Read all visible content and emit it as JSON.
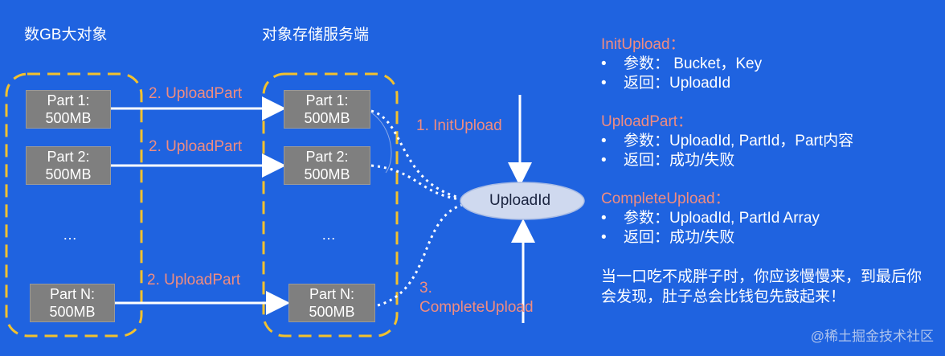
{
  "titles": {
    "left": "数GB大对象",
    "middle": "对象存储服务端"
  },
  "client_parts": [
    {
      "line1": "Part 1:",
      "line2": "500MB"
    },
    {
      "line1": "Part 2:",
      "line2": "500MB"
    },
    {
      "line1": "Part N:",
      "line2": "500MB"
    }
  ],
  "server_parts": [
    {
      "line1": "Part 1:",
      "line2": "500MB"
    },
    {
      "line1": "Part 2:",
      "line2": "500MB"
    },
    {
      "line1": "Part N:",
      "line2": "500MB"
    }
  ],
  "ellipsis": "…",
  "arrows": {
    "upload_part_1": "2. UploadPart",
    "upload_part_2": "2. UploadPart",
    "upload_part_n": "2. UploadPart",
    "init_upload": "1. InitUpload",
    "complete_line1": "3.",
    "complete_line2": "CompleteUpload"
  },
  "upload_id_node": "UploadId",
  "api": [
    {
      "title": "InitUpload：",
      "bullets": [
        "参数： Bucket，Key",
        "返回：UploadId"
      ]
    },
    {
      "title": "UploadPart：",
      "bullets": [
        "参数：UploadId, PartId，Part内容",
        "返回：成功/失败"
      ]
    },
    {
      "title": "CompleteUpload：",
      "bullets": [
        "参数：UploadId, PartId Array",
        "返回：成功/失败"
      ]
    }
  ],
  "bullet_char": "•",
  "note_lines": [
    "当一口吃不成胖子时，你应该慢慢来，到最后你",
    "会发现，肚子总会比钱包先鼓起来！"
  ],
  "watermark": "@稀土掘金技术社区",
  "colors": {
    "background": "#1f63e0",
    "accent": "#f08c80",
    "dashed_border": "#f2c12e",
    "part_box": "#7f7f7f"
  }
}
